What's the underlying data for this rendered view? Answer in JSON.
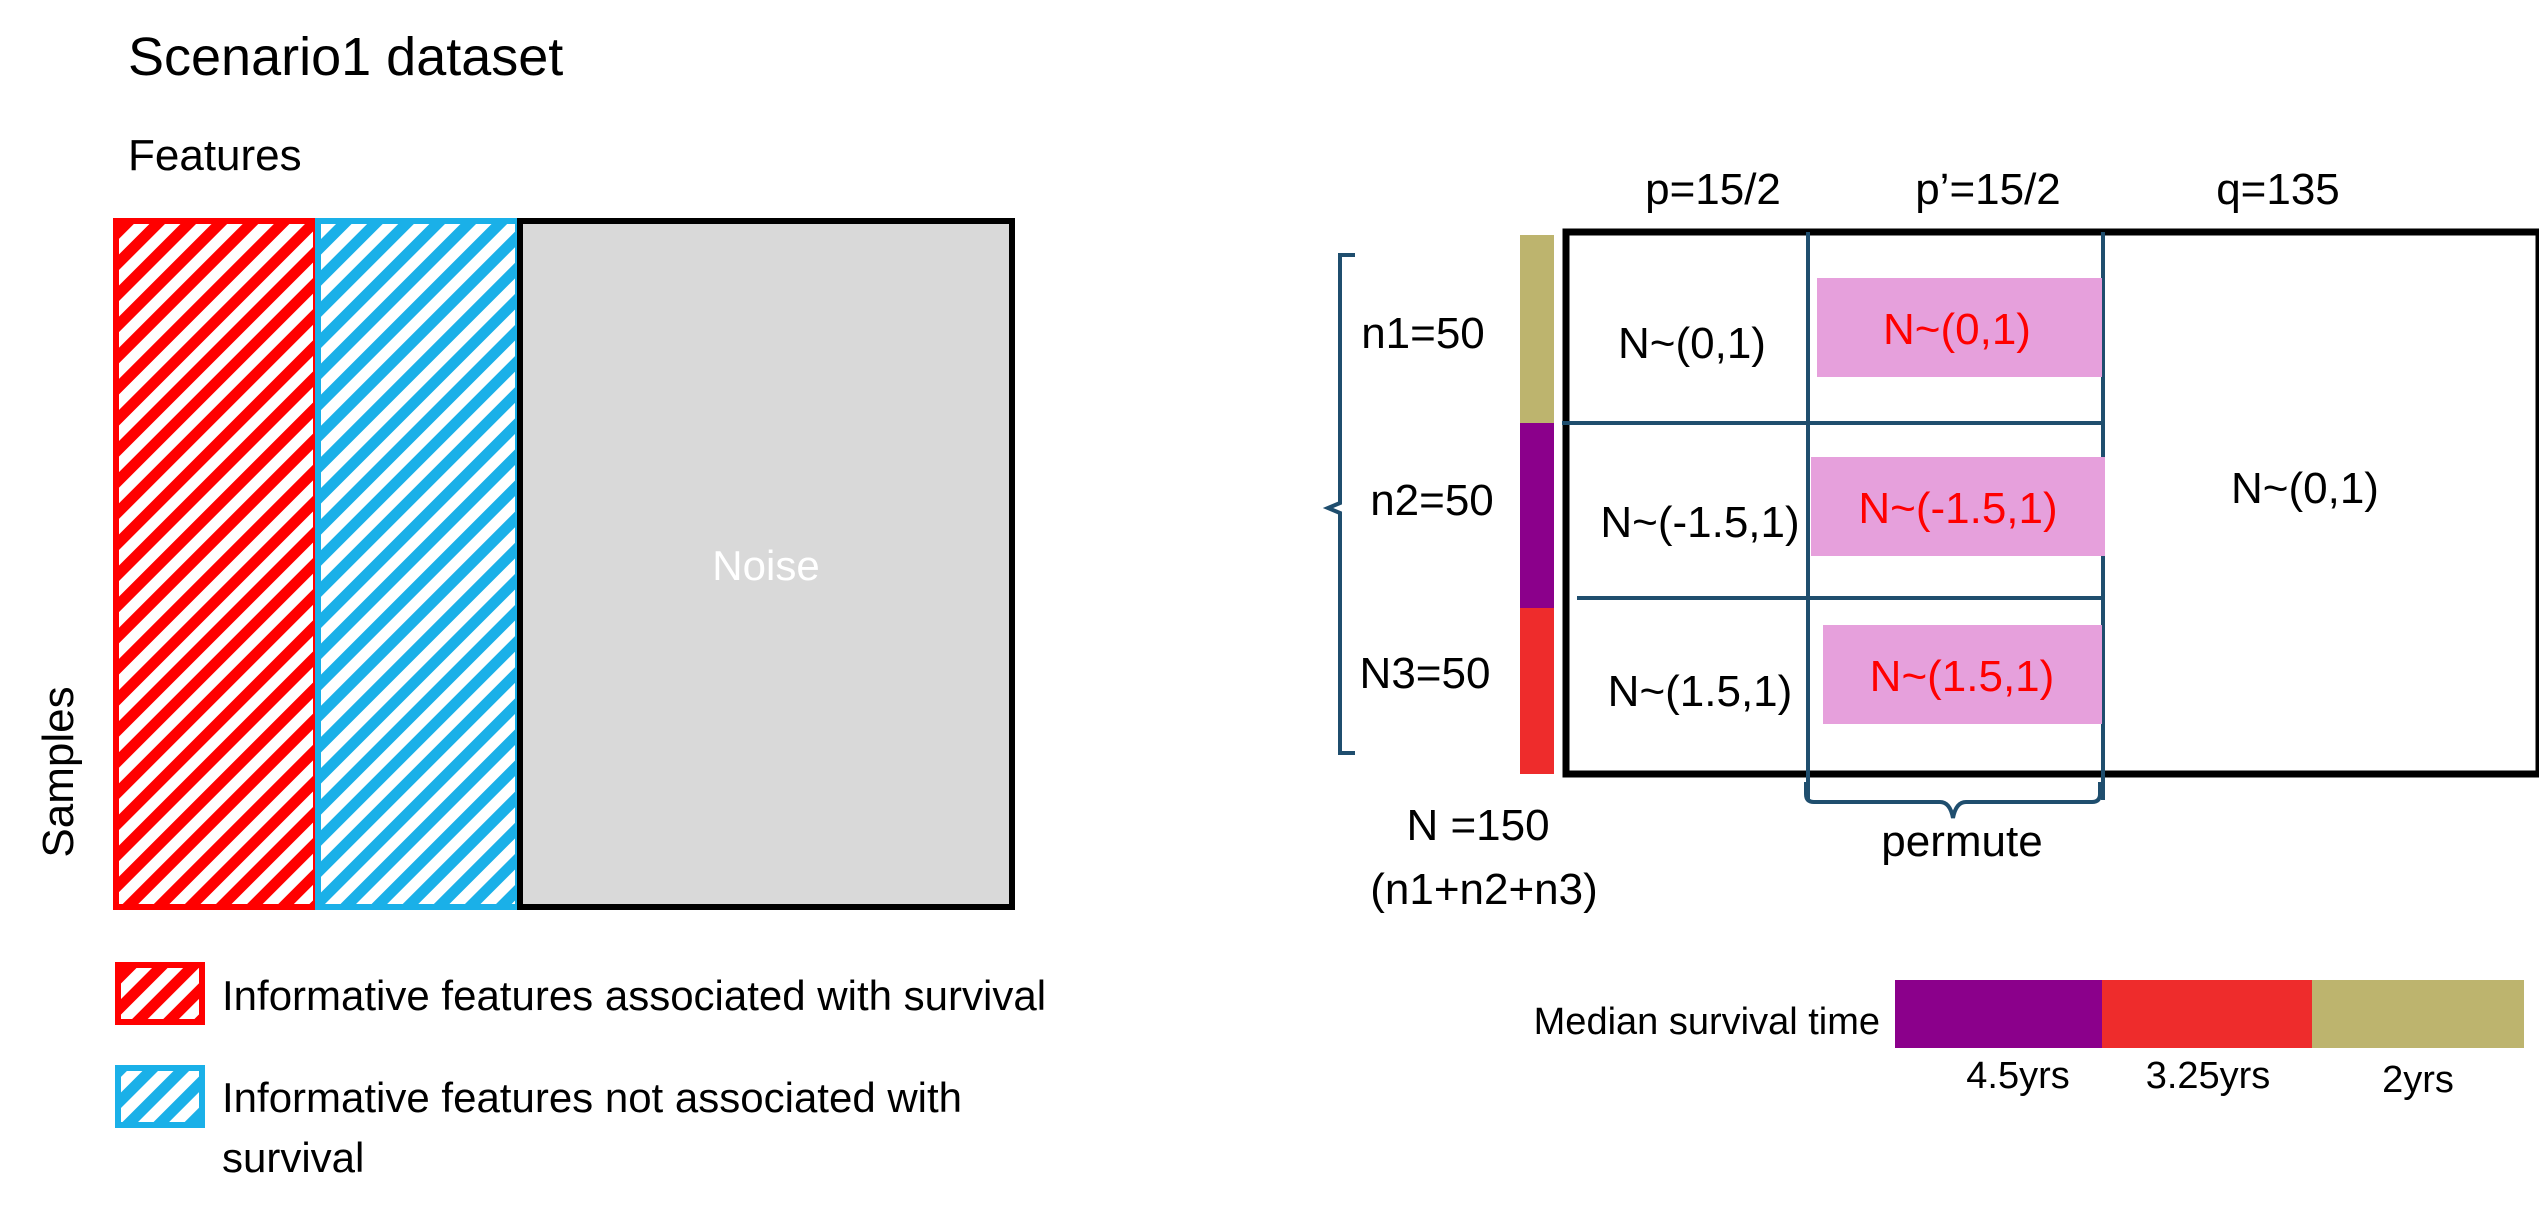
{
  "title": "Scenario1 dataset",
  "left_panel": {
    "features_label": "Features",
    "samples_label": "Samples",
    "noise_label": "Noise"
  },
  "legend": {
    "surv_label": "Informative features associated with survival",
    "nonsurv_label_line1": "Informative features not associated with",
    "nonsurv_label_line2": "survival"
  },
  "right_panel": {
    "col_headers": [
      "p=15/2",
      "p’=15/2",
      "q=135"
    ],
    "groups": [
      {
        "label": "n1=50",
        "col1": "N~(0,1)",
        "col2": "N~(0,1)",
        "color": "#bdb46e"
      },
      {
        "label": "n2=50",
        "col1": "N~(-1.5,1)",
        "col2": "N~(-1.5,1)",
        "color": "#8b008b"
      },
      {
        "label": "N3=50",
        "col1": "N~(1.5,1)",
        "col2": "N~(1.5,1)",
        "color": "#ee2c2c"
      }
    ],
    "col3_value": "N~(0,1)",
    "total_line1": "N =150",
    "total_line2": "(n1+n2+n3)",
    "permute_label": "permute"
  },
  "survival": {
    "title": "Median survival time",
    "segments": [
      {
        "label": "4.5yrs",
        "color": "#8b008b"
      },
      {
        "label": "3.25yrs",
        "color": "#ee2c2c"
      },
      {
        "label": "2yrs",
        "color": "#bdb46e"
      }
    ]
  },
  "colors": {
    "informative_surv": "#ff0000",
    "informative_nonsurv": "#1ab0e8",
    "noise_fill": "#d9d9d9",
    "permuted_block": "#e6a0dc",
    "permuted_text": "#ff0000",
    "divider": "#1f4e6e"
  }
}
